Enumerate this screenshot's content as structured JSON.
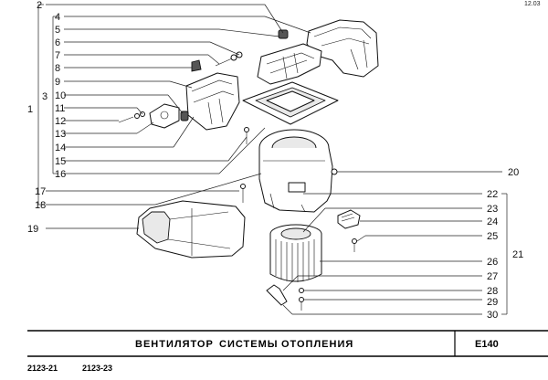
{
  "header": {
    "ref_code": "12.03"
  },
  "footer": {
    "title_words": [
      "ВЕНТИЛЯТОР",
      "СИСТЕМЫ",
      "ОТОПЛЕНИЯ"
    ],
    "section_code": "E140",
    "models": [
      "2123-21",
      "2123-23"
    ]
  },
  "groups": {
    "left_outer": "1",
    "left_inner": "3",
    "right": "21"
  },
  "callouts_left": [
    "2",
    "4",
    "5",
    "6",
    "7",
    "8",
    "9",
    "10",
    "11",
    "12",
    "13",
    "14",
    "15",
    "16",
    "17",
    "18",
    "19"
  ],
  "callouts_right": [
    "20",
    "22",
    "23",
    "24",
    "25",
    "26",
    "27",
    "28",
    "29",
    "30"
  ]
}
